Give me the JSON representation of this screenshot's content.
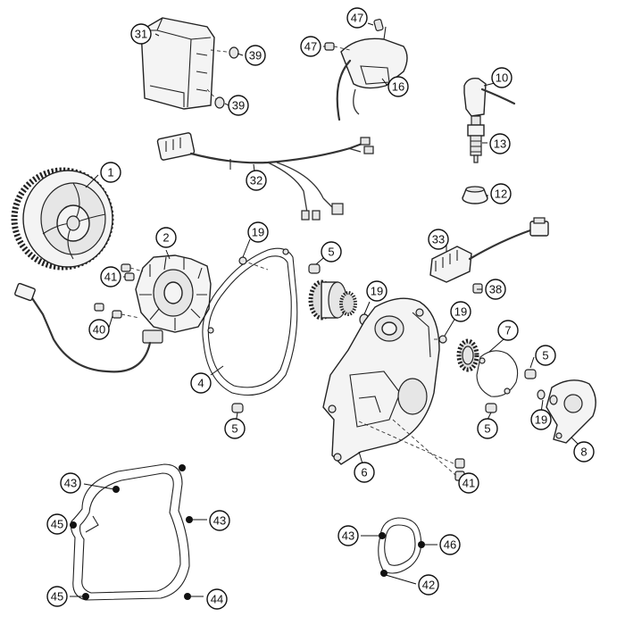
{
  "callouts": {
    "c1": "1",
    "c2": "2",
    "c4": "4",
    "c5a": "5",
    "c5b": "5",
    "c5c": "5",
    "c5d": "5",
    "c6": "6",
    "c7": "7",
    "c8": "8",
    "c10": "10",
    "c12": "12",
    "c13": "13",
    "c16": "16",
    "c19a": "19",
    "c19b": "19",
    "c19c": "19",
    "c19d": "19",
    "c31": "31",
    "c32": "32",
    "c33": "33",
    "c38": "38",
    "c39a": "39",
    "c39b": "39",
    "c40": "40",
    "c41a": "41",
    "c41b": "41",
    "c42": "42",
    "c43a": "43",
    "c43b": "43",
    "c43c": "43",
    "c44": "44",
    "c45a": "45",
    "c45b": "45",
    "c46": "46",
    "c47a": "47",
    "c47b": "47"
  }
}
